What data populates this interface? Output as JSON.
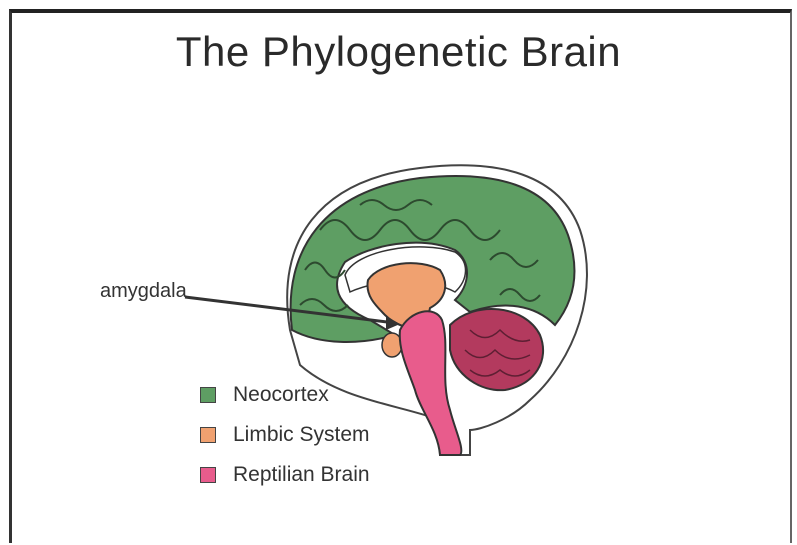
{
  "title": "The Phylogenetic Brain",
  "annotation": {
    "label": "amygdala"
  },
  "legend": [
    {
      "label": "Neocortex",
      "color": "#5e9e63"
    },
    {
      "label": "Limbic System",
      "color": "#f0a170"
    },
    {
      "label": "Reptilian Brain",
      "color": "#e85c8c"
    }
  ],
  "colors": {
    "neocortex": "#5e9e63",
    "limbic": "#f0a170",
    "reptilian": "#e85c8c",
    "cerebellum": "#b33a5e",
    "outline": "#333333"
  }
}
